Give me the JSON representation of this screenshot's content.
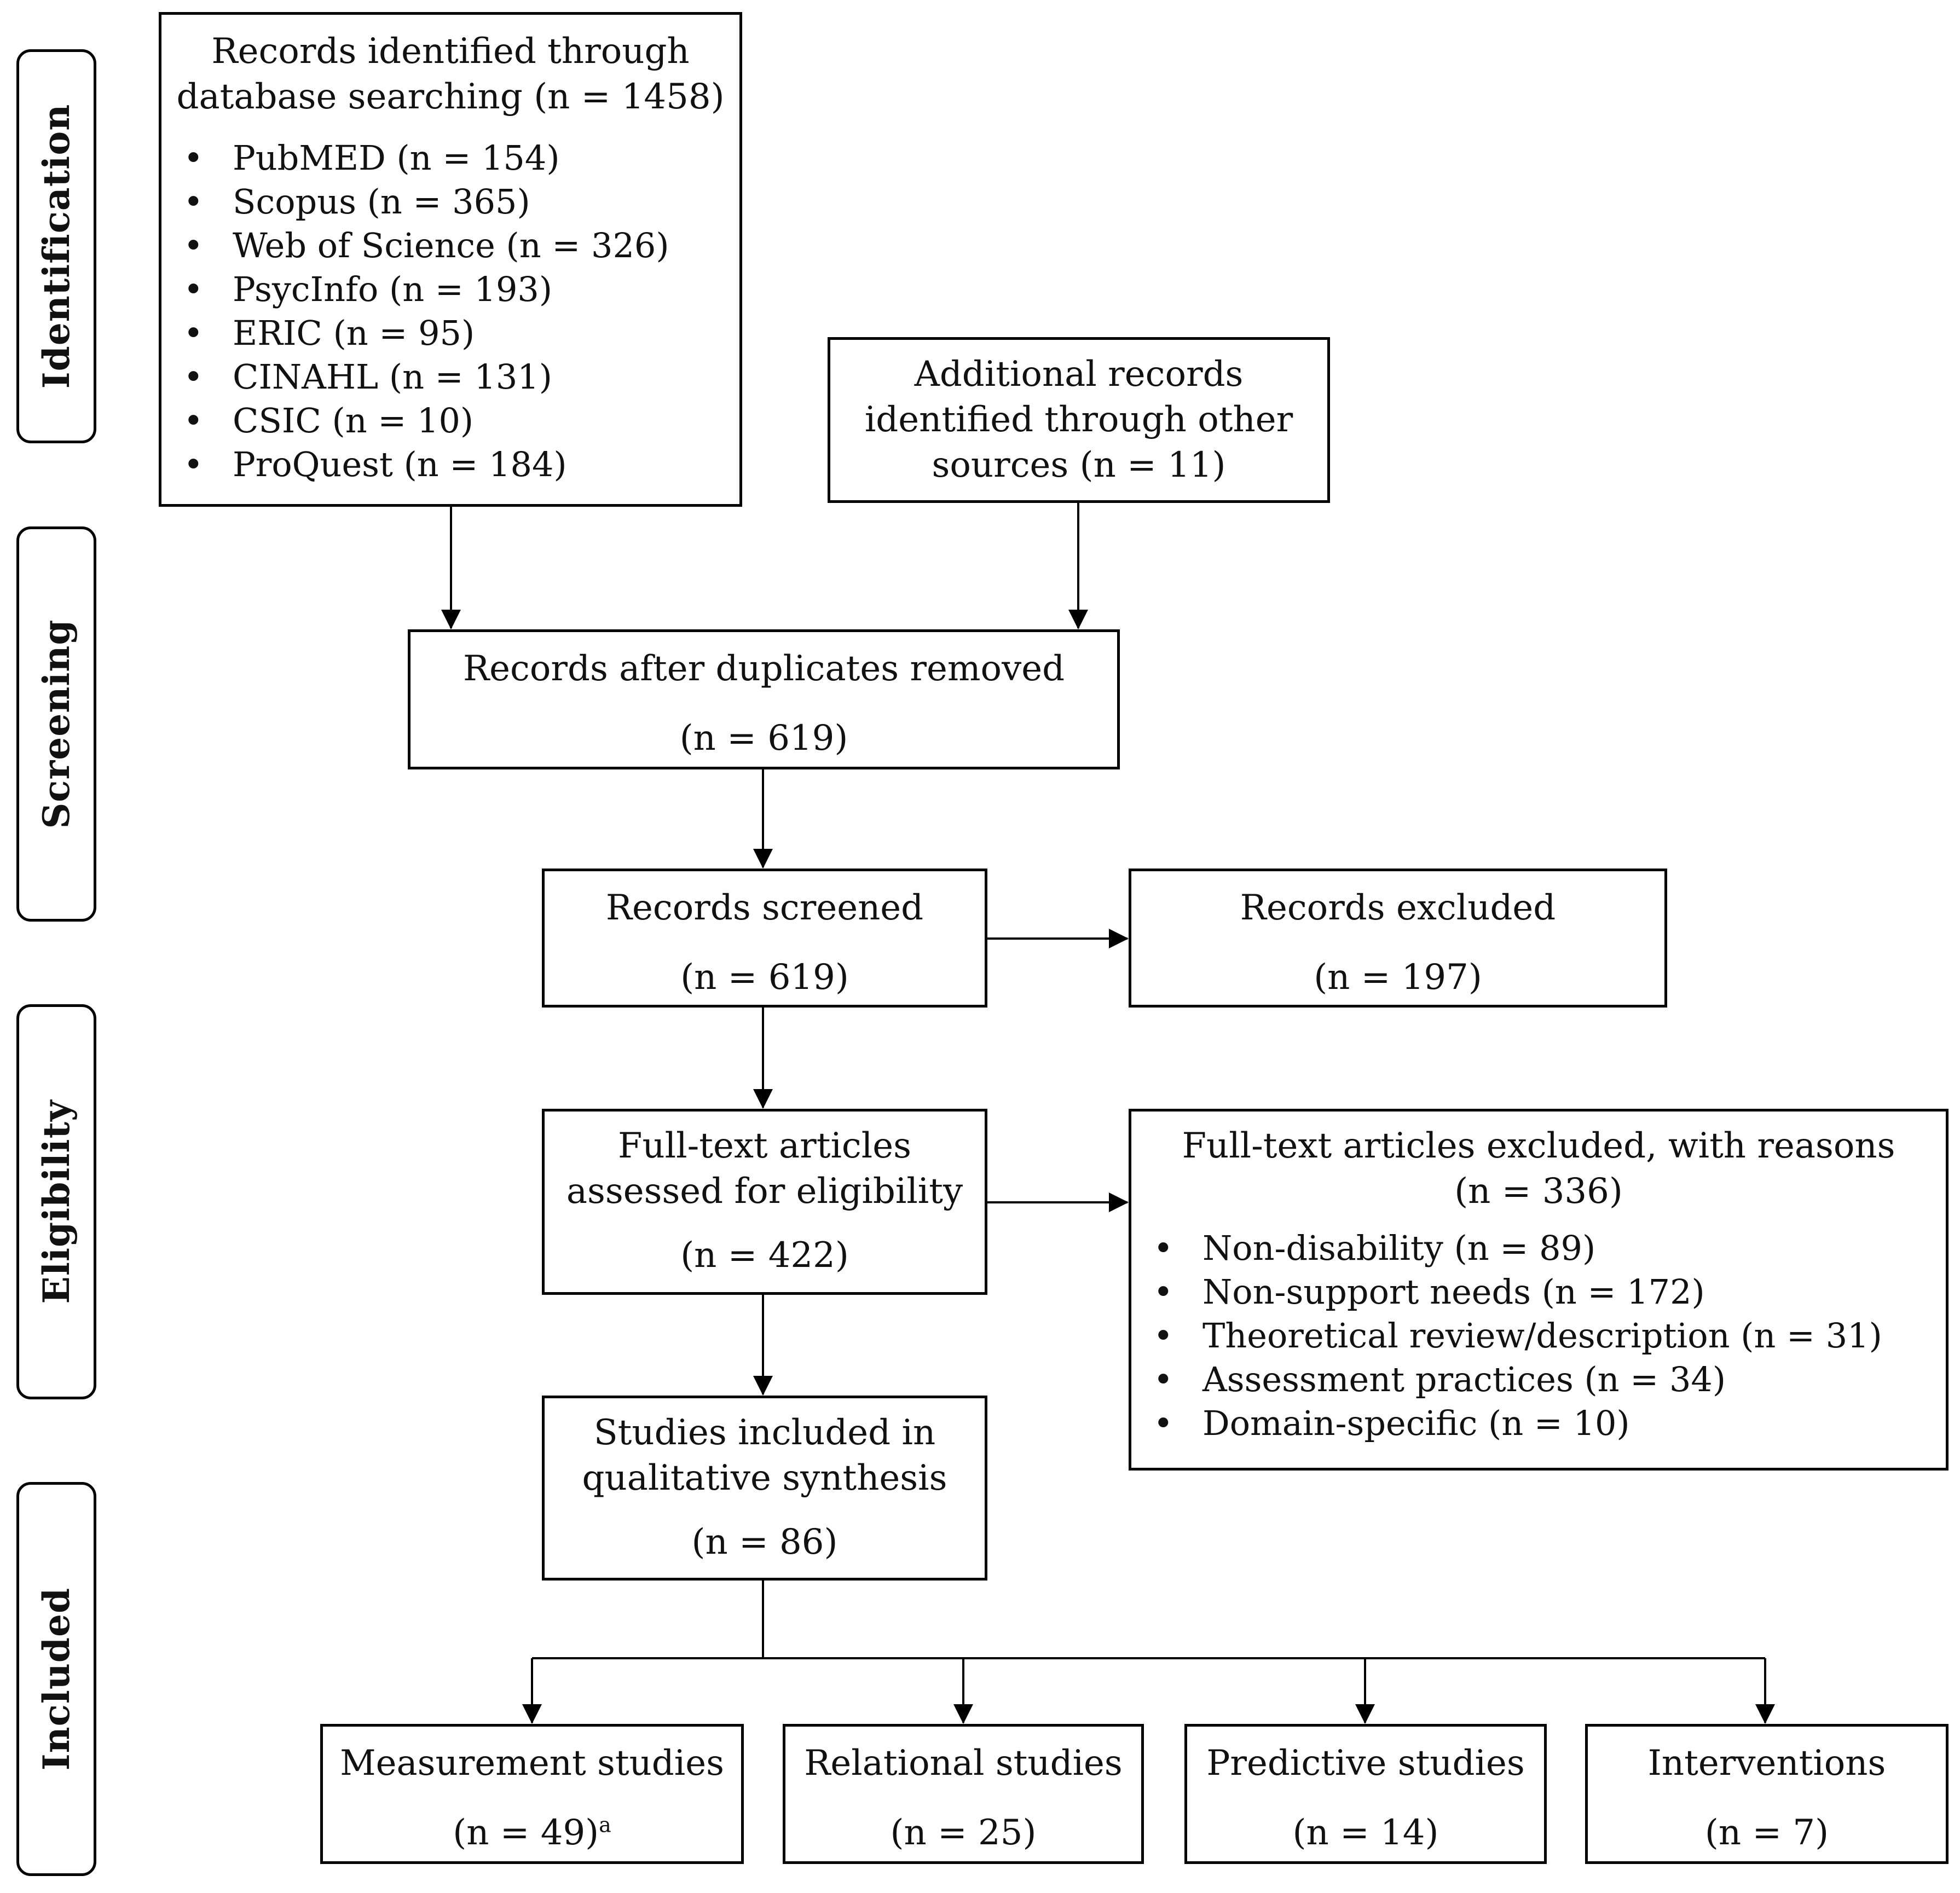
{
  "stages": {
    "identification": "Identification",
    "screening": "Screening",
    "eligibility": "Eligibility",
    "included": "Included"
  },
  "database_search": {
    "title_line1": "Records identified through",
    "title_line2": "database searching (n = 1458)",
    "sources": [
      "PubMED (n = 154)",
      "Scopus (n = 365)",
      "Web of Science (n = 326)",
      "PsycInfo (n = 193)",
      "ERIC (n = 95)",
      "CINAHL (n = 131)",
      "CSIC (n = 10)",
      "ProQuest (n = 184)"
    ]
  },
  "other_sources": {
    "line1": "Additional records",
    "line2": "identified through other",
    "line3": "sources (n = 11)"
  },
  "duplicates_removed": {
    "title": "Records after duplicates removed",
    "count": "(n = 619)"
  },
  "screened": {
    "title": "Records screened",
    "count": "(n = 619)"
  },
  "excluded": {
    "title": "Records excluded",
    "count": "(n = 197)"
  },
  "fulltext_assessed": {
    "line1": "Full-text articles",
    "line2": "assessed for eligibility",
    "count": "(n = 422)"
  },
  "fulltext_excluded": {
    "title": "Full-text articles excluded, with reasons",
    "count": "(n = 336)",
    "reasons": [
      "Non-disability (n = 89)",
      "Non-support needs (n = 172)",
      "Theoretical review/description  (n = 31)",
      "Assessment practices (n = 34)",
      "Domain-specific (n = 10)"
    ]
  },
  "included_synthesis": {
    "line1": "Studies included in",
    "line2": "qualitative synthesis",
    "count": "(n = 86)"
  },
  "categories": {
    "measurement": {
      "title": "Measurement studies",
      "count": "(n = 49)",
      "note": "a"
    },
    "relational": {
      "title": "Relational studies",
      "count": "(n = 25)"
    },
    "predictive": {
      "title": "Predictive studies",
      "count": "(n = 14)"
    },
    "interventions": {
      "title": "Interventions",
      "count": "(n = 7)"
    }
  }
}
